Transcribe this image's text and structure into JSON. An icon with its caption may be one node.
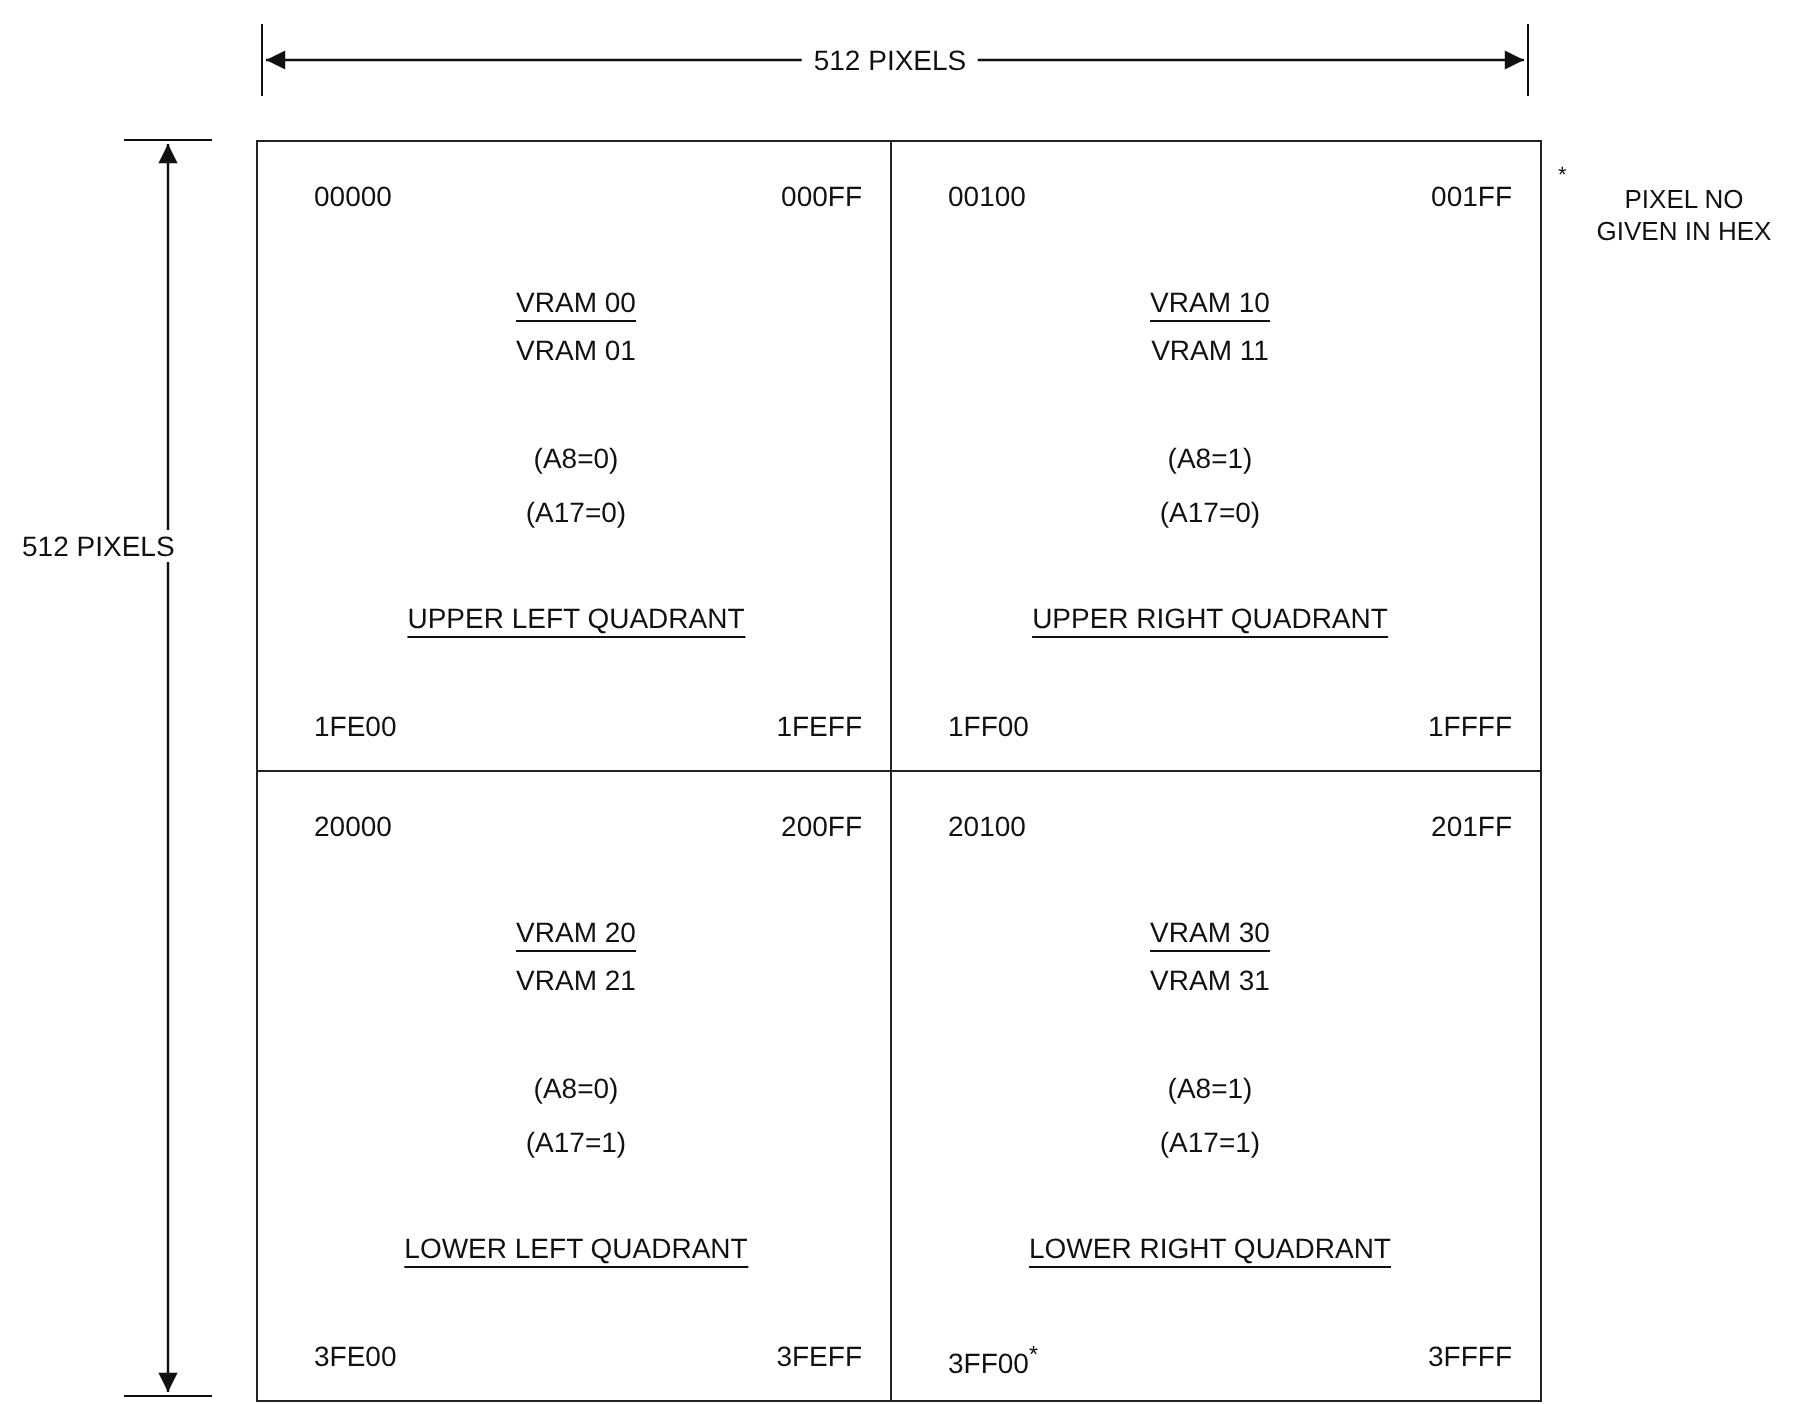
{
  "diagram": {
    "nodes": [
      {
        "text": [
          "00000",
          "000FF",
          "VRAM 00",
          "VRAM 01",
          "(A8=0)",
          "(A17=0)",
          "UPPER LEFT QUADRANT",
          "1FE00",
          "1FEFF"
        ]
      },
      {
        "text": [
          "00100",
          "001FF",
          "VRAM 10",
          "VRAM 11",
          "(A8=1)",
          "(A17=0)",
          "UPPER RIGHT QUADRANT",
          "1FF00",
          "1FFFF"
        ]
      },
      {
        "text": [
          "20000",
          "200FF",
          "VRAM 20",
          "VRAM 21",
          "(A8=0)",
          "(A17=1)",
          "LOWER LEFT QUADRANT",
          "3FE00",
          "3FEFF"
        ]
      },
      {
        "text": [
          "20100",
          "201FF",
          "VRAM 30",
          "VRAM 31",
          "(A8=1)",
          "(A17=1)",
          "LOWER RIGHT QUADRANT",
          "3FF00$^{*}$",
          "3FFFF"
        ]
      }
    ],
    "labels": [
      "512 PIXELS",
      "*",
      "PIXEL NO GIVEN IN HEX",
      "512 PIXELS"
    ]
  }
}
